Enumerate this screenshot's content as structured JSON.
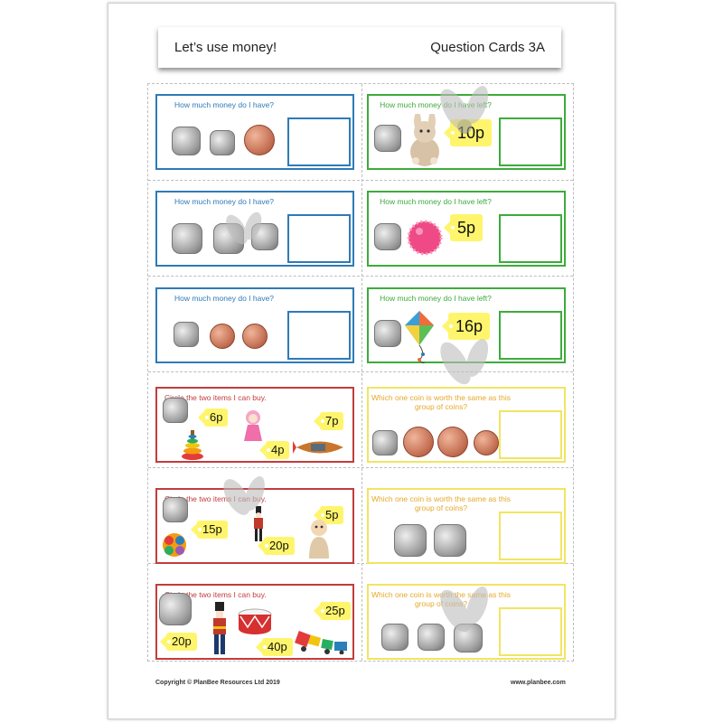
{
  "header": {
    "title": "Let’s use money!",
    "subtitle": "Question Cards 3A"
  },
  "cards": [
    {
      "question": "How much money do I have?"
    },
    {
      "question": "How much money do I have left?",
      "price": "10p"
    },
    {
      "question": "How much money do I have?"
    },
    {
      "question": "How much money do I have left?",
      "price": "5p"
    },
    {
      "question": "How much money do I have?"
    },
    {
      "question": "How much money do I have left?",
      "price": "16p"
    },
    {
      "question": "Circle the two items I can buy.",
      "prices": [
        "6p",
        "7p",
        "4p"
      ]
    },
    {
      "question": "Which one coin is worth the same as this group of coins?"
    },
    {
      "question": "Circle the two items I can buy.",
      "prices": [
        "15p",
        "5p",
        "20p"
      ]
    },
    {
      "question": "Which one coin is worth the same as this group of coins?"
    },
    {
      "question": "Circle the two items I can buy.",
      "prices": [
        "25p",
        "20p",
        "40p"
      ]
    },
    {
      "question": "Which one coin is worth the same as this group of coins?"
    }
  ],
  "footer": {
    "copyright": "Copyright © PlanBee Resources Ltd 2019",
    "website": "www.planbee.com"
  },
  "colors": {
    "blue": "#2e7ab8",
    "green": "#3dab3c",
    "red": "#c33c3c",
    "yellow": "#f1e561",
    "tag": "#fff56d"
  }
}
